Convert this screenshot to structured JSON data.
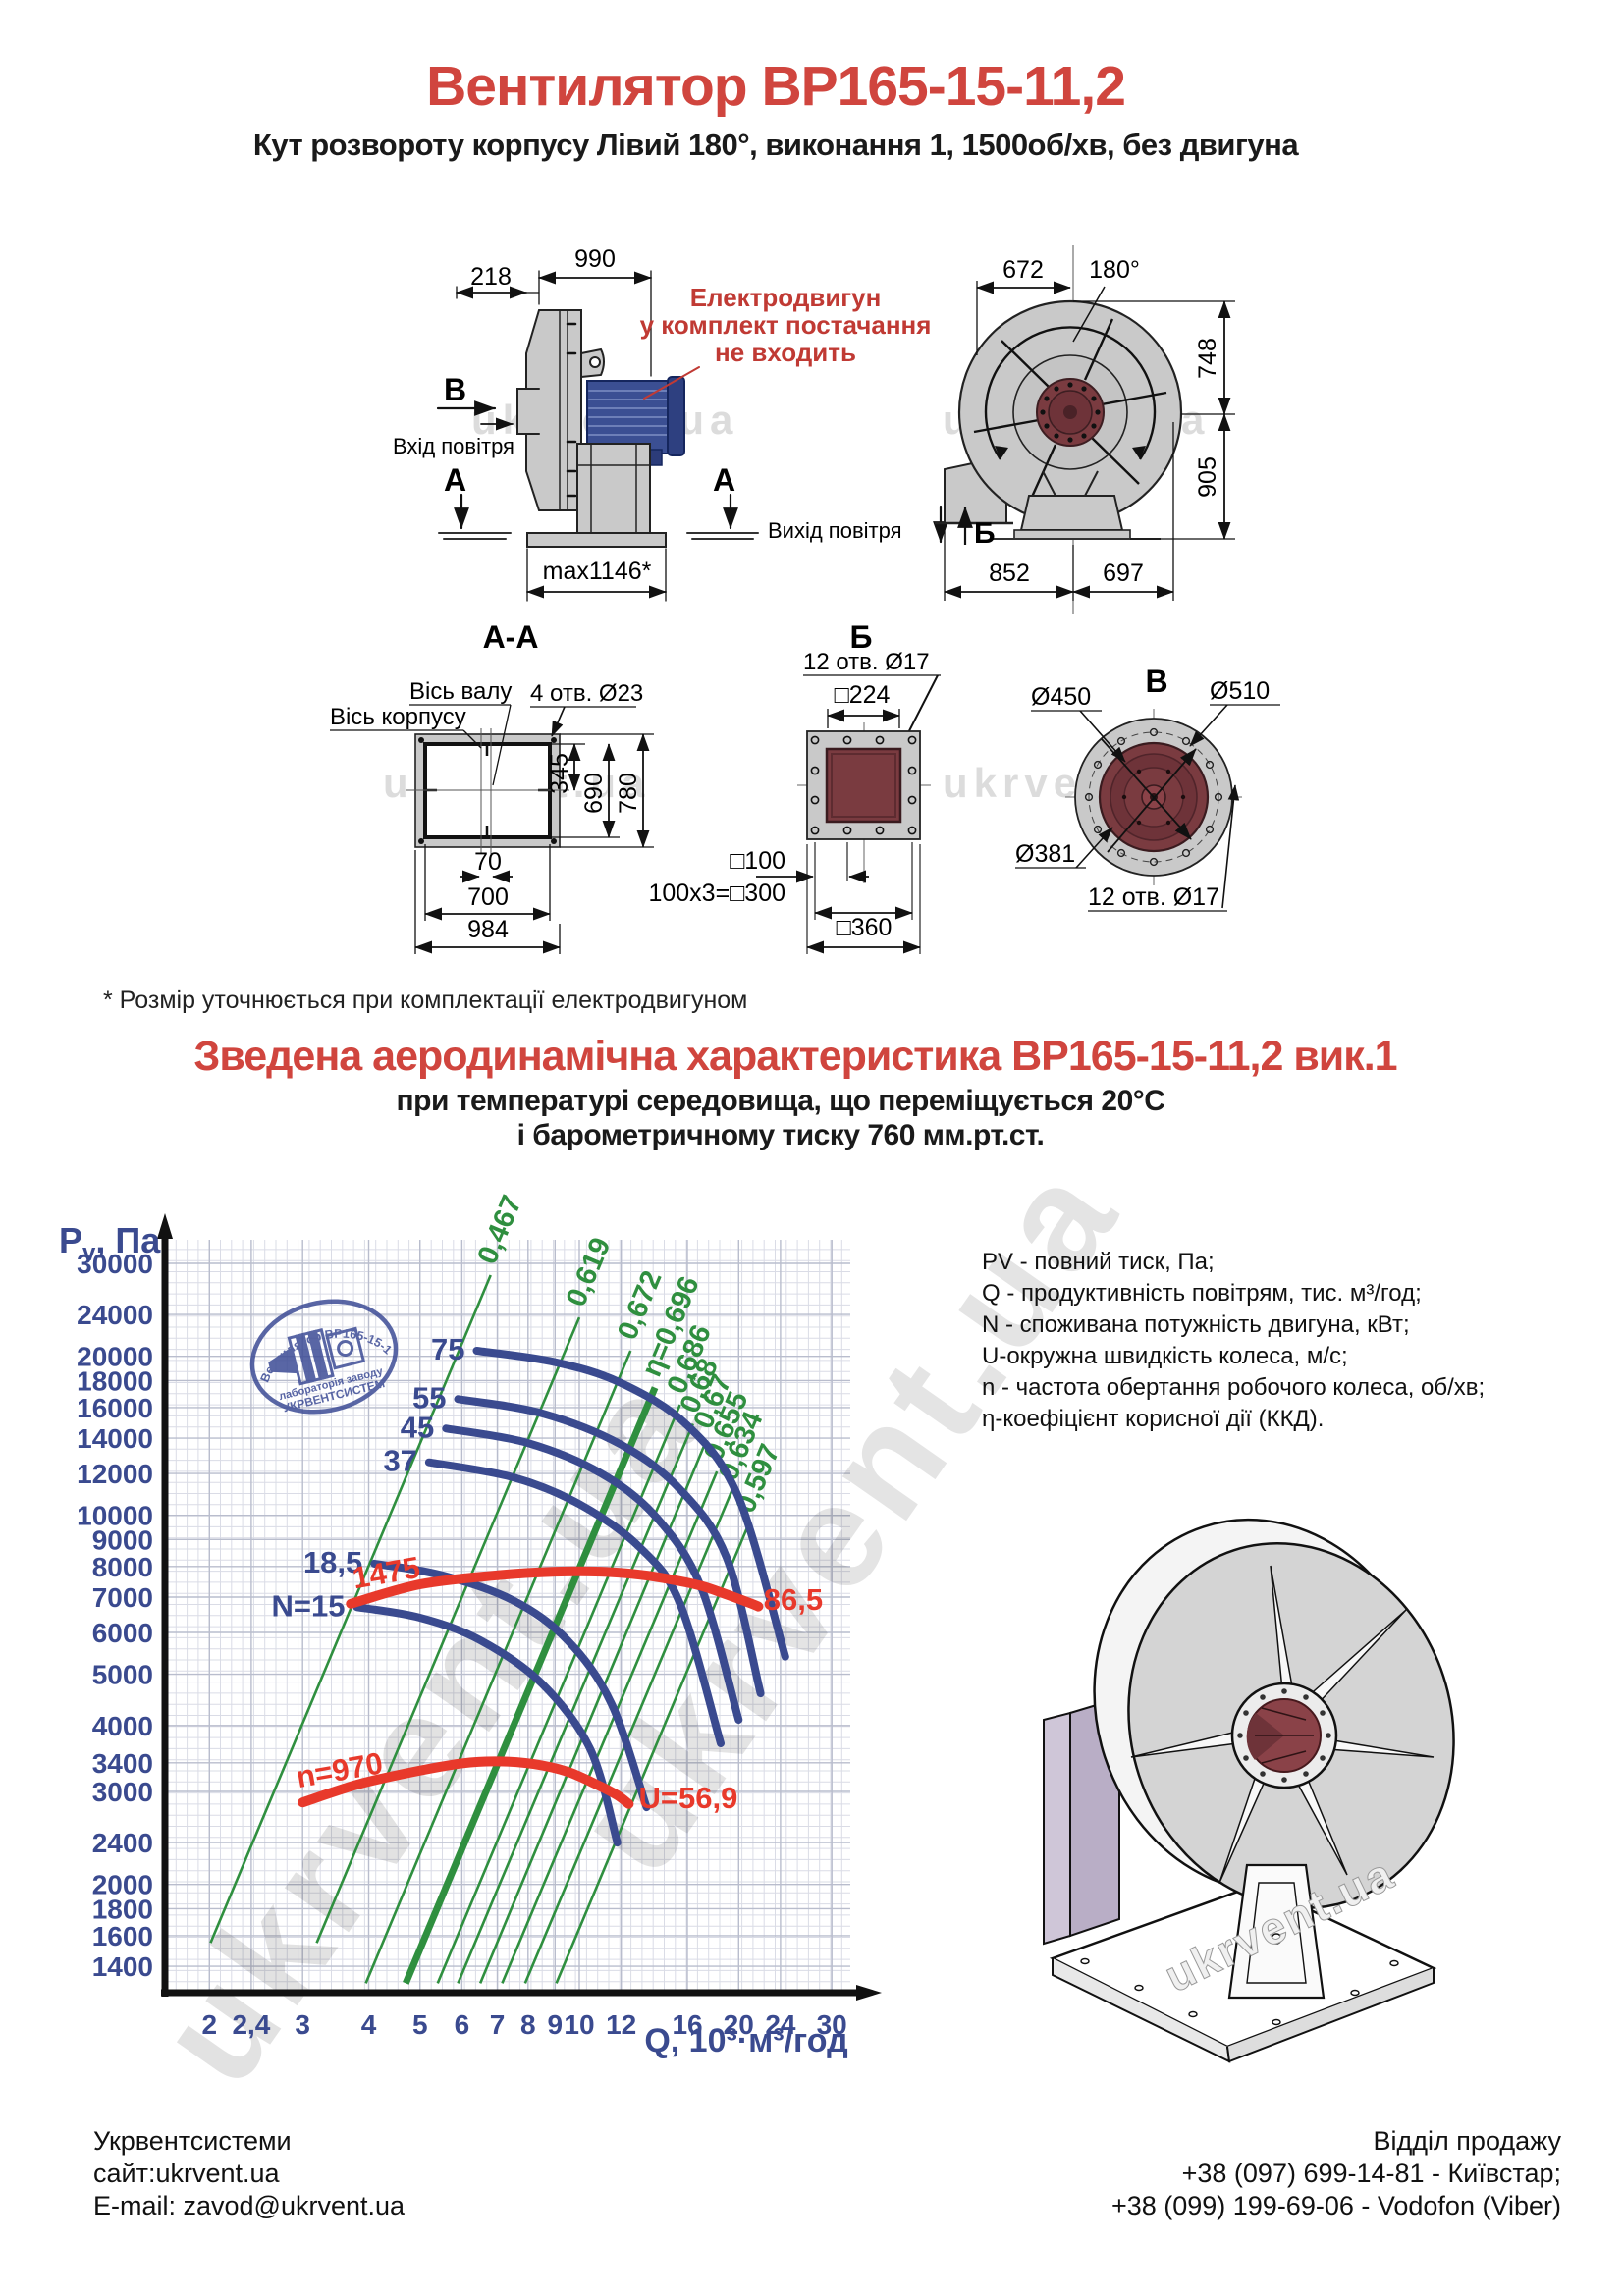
{
  "header": {
    "title": "Вентилятор ВР165-15-11,2",
    "subtitle": "Кут розвороту корпусу Лівий 180°, виконання 1, 1500об/хв, без двигуна"
  },
  "note": "* Розмір уточнюється при комплектації електродвигуном",
  "section2": {
    "title": "Зведена аеродинамічна характеристика ВР165-15-11,2 вик.1",
    "sub1": "при температурі середовища, що переміщується 20°С",
    "sub2": "і барометричному тиску 760 мм.рт.ст."
  },
  "watermark": "ukrvent.ua",
  "drawings": {
    "side_view": {
      "dim_990": "990",
      "dim_218": "218",
      "dim_max": "max1146*",
      "label_v": "В",
      "label_a1": "А",
      "label_a2": "А",
      "inlet": "Вхід повітря",
      "outlet": "Вихід повітря",
      "motor_note_1": "Електродвигун",
      "motor_note_2": "у комплект постачання",
      "motor_note_3": "не входить"
    },
    "front_view": {
      "dim_672": "672",
      "dim_180": "180°",
      "dim_748": "748",
      "dim_905": "905",
      "dim_852": "852",
      "dim_697": "697",
      "label_b": "Б"
    },
    "section_aa": {
      "title": "А-А",
      "axis_shaft": "Вісь валу",
      "axis_body": "Вісь корпусу",
      "holes": "4 отв. Ø23",
      "dim_345": "345",
      "dim_690": "690",
      "dim_780": "780",
      "dim_70": "70",
      "dim_700": "700",
      "dim_984": "984"
    },
    "view_b": {
      "title": "Б",
      "holes": "12 отв. Ø17",
      "dim_224": "□224",
      "dim_100": "□100",
      "dim_300": "100х3=□300",
      "dim_360": "□360"
    },
    "view_v": {
      "title": "В",
      "dim_450": "Ø450",
      "dim_510": "Ø510",
      "dim_381": "Ø381",
      "holes": "12 отв. Ø17"
    }
  },
  "legend": {
    "lines": [
      "PV - повний тиск, Па;",
      "Q - продуктивність повітрям, тис. м³/год;",
      "N - споживана потужність двигуна, кВт;",
      "U-окружна швидкість колеса, м/с;",
      "n - частота обертання робочого колеса, об/хв;",
      "η-коефіцієнт корисної дії (ККД)."
    ]
  },
  "stamp": {
    "line1": "Вентилятор ВР165-15-11,2",
    "line2": "лабораторія заводу",
    "line3": "УКРВЕНТСИСТЕМ"
  },
  "footer": {
    "left": [
      "Укрвентсистеми",
      "сайт:ukrvent.ua",
      "E-mail: zavod@ukrvent.ua"
    ],
    "right": [
      "Відділ продажу",
      "+38 (097) 699-14-81 - Київстар;",
      "+38 (099) 199-69-06 - Vodofon (Viber)"
    ]
  },
  "chart_data": {
    "type": "line",
    "title": "Зведена аеродинамічна характеристика",
    "xlabel": "Q, 10³·м³/год",
    "ylabel_p": "P",
    "ylabel_sub": "v",
    "ylabel_rest": ", Па",
    "xlim": [
      1.62,
      32
    ],
    "ylim": [
      1290,
      31000
    ],
    "grid": true,
    "log_scale": true,
    "x_ticks": [
      {
        "v": 2,
        "label": "2"
      },
      {
        "v": 2.4,
        "label": "2,4"
      },
      {
        "v": 3,
        "label": "3"
      },
      {
        "v": 4,
        "label": "4"
      },
      {
        "v": 5,
        "label": "5"
      },
      {
        "v": 6,
        "label": "6"
      },
      {
        "v": 7,
        "label": "7"
      },
      {
        "v": 8,
        "label": "8"
      },
      {
        "v": 9,
        "label": "9"
      },
      {
        "v": 10,
        "label": "10"
      },
      {
        "v": 12,
        "label": "12"
      },
      {
        "v": 16,
        "label": "16"
      },
      {
        "v": 20,
        "label": "20"
      },
      {
        "v": 24,
        "label": "24"
      },
      {
        "v": 30,
        "label": "30"
      }
    ],
    "y_ticks": [
      {
        "v": 30000,
        "label": "30000"
      },
      {
        "v": 24000,
        "label": "24000"
      },
      {
        "v": 20000,
        "label": "20000"
      },
      {
        "v": 18000,
        "label": "18000"
      },
      {
        "v": 16000,
        "label": "16000"
      },
      {
        "v": 14000,
        "label": "14000"
      },
      {
        "v": 12000,
        "label": "12000"
      },
      {
        "v": 10000,
        "label": "10000"
      },
      {
        "v": 9000,
        "label": "9000"
      },
      {
        "v": 8000,
        "label": "8000"
      },
      {
        "v": 7000,
        "label": "7000"
      },
      {
        "v": 6000,
        "label": "6000"
      },
      {
        "v": 5000,
        "label": "5000"
      },
      {
        "v": 4000,
        "label": "4000"
      },
      {
        "v": 3400,
        "label": "3400"
      },
      {
        "v": 3000,
        "label": "3000"
      },
      {
        "v": 2400,
        "label": "2400"
      },
      {
        "v": 2000,
        "label": "2000"
      },
      {
        "v": 1800,
        "label": "1800"
      },
      {
        "v": 1600,
        "label": "1600"
      },
      {
        "v": 1400,
        "label": "1400"
      }
    ],
    "power_curves": [
      {
        "label": "75",
        "points": [
          [
            6.4,
            20500
          ],
          [
            9,
            19500
          ],
          [
            12,
            17800
          ],
          [
            16,
            14800
          ],
          [
            20,
            10800
          ],
          [
            24.5,
            5400
          ]
        ]
      },
      {
        "label": "55",
        "points": [
          [
            5.9,
            16600
          ],
          [
            8.5,
            15600
          ],
          [
            12,
            13600
          ],
          [
            15.5,
            11200
          ],
          [
            19,
            8300
          ],
          [
            22,
            4600
          ]
        ]
      },
      {
        "label": "45",
        "points": [
          [
            5.6,
            14600
          ],
          [
            8,
            13700
          ],
          [
            11,
            12000
          ],
          [
            14,
            9900
          ],
          [
            17,
            7300
          ],
          [
            20,
            4100
          ]
        ]
      },
      {
        "label": "37",
        "points": [
          [
            5.2,
            12600
          ],
          [
            7.5,
            11800
          ],
          [
            10,
            10500
          ],
          [
            13,
            8700
          ],
          [
            15.5,
            6800
          ],
          [
            18.5,
            3700
          ]
        ]
      },
      {
        "label": "18,5",
        "points": [
          [
            4.1,
            8100
          ],
          [
            5.5,
            7700
          ],
          [
            7.5,
            6900
          ],
          [
            9.5,
            5800
          ],
          [
            11.5,
            4400
          ],
          [
            13.4,
            2800
          ]
        ]
      },
      {
        "label": "N=15",
        "points": [
          [
            3.8,
            6700
          ],
          [
            5,
            6400
          ],
          [
            6.5,
            5800
          ],
          [
            8.5,
            4800
          ],
          [
            10.5,
            3600
          ],
          [
            11.8,
            2400
          ]
        ]
      }
    ],
    "efficiency_lines": [
      {
        "label": "0,467",
        "from": [
          2.01,
          1550
        ],
        "to": [
          6.8,
          28500
        ],
        "bold": false
      },
      {
        "label": "0,619",
        "from": [
          3.19,
          1550
        ],
        "to": [
          10.0,
          23700
        ],
        "bold": false
      },
      {
        "label": "0,672",
        "from": [
          3.95,
          1300
        ],
        "to": [
          12.5,
          20500
        ],
        "bold": false
      },
      {
        "label": "η=0,696",
        "from": [
          4.7,
          1300
        ],
        "to": [
          13.9,
          17450
        ],
        "bold": true
      },
      {
        "label": "0,686",
        "from": [
          5.4,
          1300
        ],
        "to": [
          15.5,
          16200
        ],
        "bold": false
      },
      {
        "label": "0,68",
        "from": [
          5.9,
          1300
        ],
        "to": [
          16.4,
          14900
        ],
        "bold": false
      },
      {
        "label": "0,67",
        "from": [
          6.5,
          1300
        ],
        "to": [
          17.4,
          13900
        ],
        "bold": false
      },
      {
        "label": "0,655",
        "from": [
          7.15,
          1300
        ],
        "to": [
          18.2,
          12100
        ],
        "bold": false
      },
      {
        "label": "0,634",
        "from": [
          7.9,
          1300
        ],
        "to": [
          19.4,
          11100
        ],
        "bold": false
      },
      {
        "label": "0,597",
        "from": [
          9.05,
          1300
        ],
        "to": [
          20.9,
          9630
        ],
        "bold": false
      }
    ],
    "speed_curves": [
      {
        "label": "1475",
        "label_anchor": [
          4.35,
          7450
        ],
        "end_label": "86,5",
        "end_anchor": [
          22.3,
          6620
        ],
        "points": [
          [
            3.7,
            6800
          ],
          [
            5,
            7400
          ],
          [
            7,
            7700
          ],
          [
            9,
            7820
          ],
          [
            11,
            7820
          ],
          [
            13,
            7720
          ],
          [
            15,
            7550
          ],
          [
            17,
            7350
          ],
          [
            19,
            7080
          ],
          [
            21,
            6820
          ],
          [
            21.8,
            6720
          ]
        ]
      },
      {
        "label": "n=970",
        "label_anchor": [
          3.55,
          3150
        ],
        "end_label": "U=56,9",
        "end_anchor": [
          12.95,
          2790
        ],
        "points": [
          [
            3.0,
            2860
          ],
          [
            3.8,
            3090
          ],
          [
            4.8,
            3260
          ],
          [
            6,
            3390
          ],
          [
            7,
            3420
          ],
          [
            8.2,
            3380
          ],
          [
            9.5,
            3270
          ],
          [
            10.8,
            3090
          ],
          [
            11.8,
            2950
          ],
          [
            12.4,
            2840
          ]
        ]
      }
    ]
  }
}
